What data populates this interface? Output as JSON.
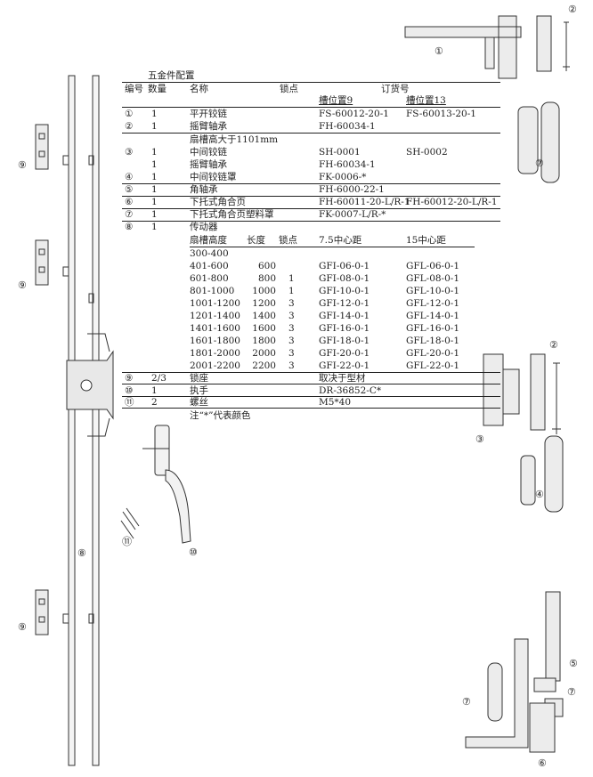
{
  "title": "五金件配置",
  "headers": {
    "no": "编号",
    "qty": "数量",
    "name": "名称",
    "lock": "锁点",
    "order": "订货号",
    "slot9": "槽位置9",
    "slot13": "槽位置13"
  },
  "rows": [
    {
      "no": "①",
      "qty": "1",
      "name": "平开铰链",
      "slot9": "FS-60012-20-1",
      "slot13": "FS-60013-20-1"
    },
    {
      "no": "②",
      "qty": "1",
      "name": "摇臂轴承",
      "slot9": "FH-60034-1",
      "slot13": ""
    },
    {
      "no": "",
      "qty": "",
      "name": "扇槽高大于1101mm",
      "slot9": "",
      "slot13": ""
    },
    {
      "no": "③",
      "qty": "1",
      "name": "中间铰链",
      "slot9": "SH-0001",
      "slot13": "SH-0002"
    },
    {
      "no": "",
      "qty": "1",
      "name": "摇臂轴承",
      "slot9": "FH-60034-1",
      "slot13": ""
    },
    {
      "no": "④",
      "qty": "1",
      "name": "中间铰链罩",
      "slot9": "FK-0006-*",
      "slot13": ""
    },
    {
      "no": "⑤",
      "qty": "1",
      "name": "角轴承",
      "slot9": "FH-6000-22-1",
      "slot13": ""
    },
    {
      "no": "⑥",
      "qty": "1",
      "name": "下托式角合页",
      "slot9": "FH-60011-20-L/R-1",
      "slot13": "FH-60012-20-L/R-1"
    },
    {
      "no": "⑦",
      "qty": "1",
      "name": "下托式角合页塑料罩",
      "slot9": "FK-0007-L/R-*",
      "slot13": ""
    },
    {
      "no": "⑧",
      "qty": "1",
      "name": "传动器",
      "slot9": "",
      "slot13": ""
    }
  ],
  "drive": {
    "headers": {
      "height": "扇槽高度",
      "length": "长度",
      "lock": "锁点",
      "c75": "7.5中心距",
      "c15": "15中心距"
    },
    "rows": [
      {
        "height": "300-400",
        "length": "",
        "lock": "",
        "c75": "",
        "c15": ""
      },
      {
        "height": "401-600",
        "length": "600",
        "lock": "",
        "c75": "GFI-06-0-1",
        "c15": "GFL-06-0-1"
      },
      {
        "height": "601-800",
        "length": "800",
        "lock": "1",
        "c75": "GFI-08-0-1",
        "c15": "GFL-08-0-1"
      },
      {
        "height": "801-1000",
        "length": "1000",
        "lock": "1",
        "c75": "GFI-10-0-1",
        "c15": "GFL-10-0-1"
      },
      {
        "height": "1001-1200",
        "length": "1200",
        "lock": "3",
        "c75": "GFI-12-0-1",
        "c15": "GFL-12-0-1"
      },
      {
        "height": "1201-1400",
        "length": "1400",
        "lock": "3",
        "c75": "GFI-14-0-1",
        "c15": "GFL-14-0-1"
      },
      {
        "height": "1401-1600",
        "length": "1600",
        "lock": "3",
        "c75": "GFI-16-0-1",
        "c15": "GFL-16-0-1"
      },
      {
        "height": "1601-1800",
        "length": "1800",
        "lock": "3",
        "c75": "GFI-18-0-1",
        "c15": "GFL-18-0-1"
      },
      {
        "height": "1801-2000",
        "length": "2000",
        "lock": "3",
        "c75": "GFI-20-0-1",
        "c15": "GFL-20-0-1"
      },
      {
        "height": "2001-2200",
        "length": "2200",
        "lock": "3",
        "c75": "GFI-22-0-1",
        "c15": "GFL-22-0-1"
      }
    ]
  },
  "tail_rows": [
    {
      "no": "⑨",
      "qty": "2/3",
      "name": "锁座",
      "slot9": "取决于型材"
    },
    {
      "no": "⑩",
      "qty": "1",
      "name": "执手",
      "slot9": "DR-36852-C*"
    },
    {
      "no": "⑪",
      "qty": "2",
      "name": "螺丝",
      "slot9": "M5*40"
    }
  ],
  "note": "注“*”代表颜色",
  "callouts": {
    "c1": "①",
    "c2": "②",
    "c3": "③",
    "c4": "④",
    "c5": "⑤",
    "c6": "⑥",
    "c7": "⑦",
    "c8": "⑧",
    "c9": "⑨",
    "c10": "⑩",
    "c11": "⑪"
  }
}
